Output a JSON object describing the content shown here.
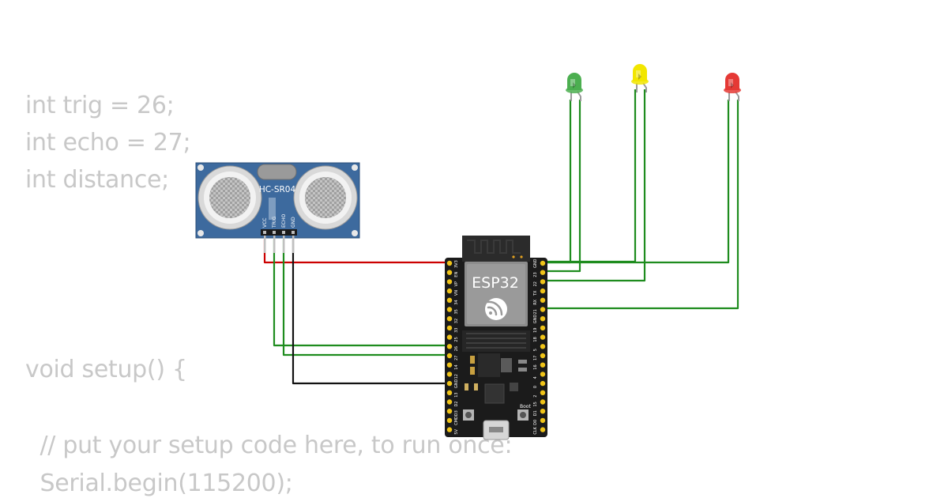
{
  "code_lines": [
    "int trig = 26;",
    "int echo = 27;",
    "int distance;",
    "void setup() {",
    "  // put your setup code here, to run once:",
    "  Serial.begin(115200);"
  ],
  "sensor": {
    "name": "HC-SR04",
    "pins": [
      "VCC",
      "TRIG",
      "ECHO",
      "GND"
    ]
  },
  "board": {
    "name": "ESP32",
    "button_label": "Boot",
    "left_pins": [
      "3V3",
      "EN",
      "VP",
      "VN",
      "34",
      "35",
      "32",
      "33",
      "25",
      "26",
      "27",
      "14",
      "12",
      "GND",
      "13",
      "D2",
      "D3",
      "CMD",
      "5V"
    ],
    "right_pins": [
      "GND",
      "23",
      "22",
      "TX",
      "RX",
      "21",
      "GND",
      "19",
      "18",
      "5",
      "17",
      "16",
      "4",
      "0",
      "2",
      "15",
      "D1",
      "D0",
      "CLK"
    ]
  },
  "leds": [
    {
      "color": "green",
      "hex": "#4caf50"
    },
    {
      "color": "yellow",
      "hex": "#f2e600"
    },
    {
      "color": "red",
      "hex": "#e53935"
    }
  ],
  "wire_colors": {
    "power": "#cc0000",
    "signal": "#1e8c1e",
    "ground": "#111111"
  }
}
